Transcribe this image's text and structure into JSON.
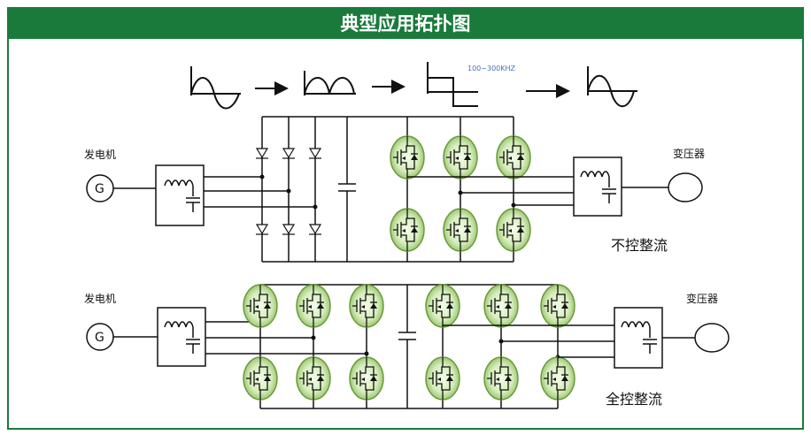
{
  "title": "典型应用拓扑图",
  "freq_label": "100~300KHZ",
  "top": {
    "generator_label": "发电机",
    "generator_symbol": "G",
    "transformer_label": "变压器",
    "caption": "不控整流"
  },
  "bottom": {
    "generator_label": "发电机",
    "generator_symbol": "G",
    "transformer_label": "变压器",
    "caption": "全控整流"
  },
  "colors": {
    "header_bg": "#1a7a3c",
    "igbt_fill": "#c8e6a8",
    "igbt_stroke": "#6a9a3a",
    "wire": "#111111"
  }
}
